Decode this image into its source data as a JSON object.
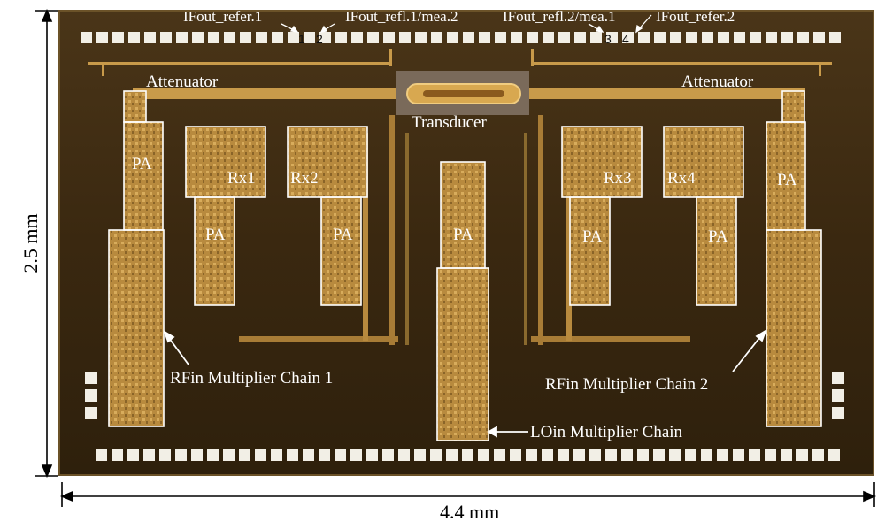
{
  "top_labels": {
    "ifout_refer_1": "IFout_refer.1",
    "ifout_refl1_mea2": "IFout_refl.1/mea.2",
    "ifout_refl2_mea1": "IFout_refl.2/mea.1",
    "ifout_refer_2": "IFout_refer.2"
  },
  "pin_numbers": [
    "1",
    "2",
    "3",
    "4"
  ],
  "blocks": {
    "attenuator_left": "Attenuator",
    "attenuator_right": "Attenuator",
    "transducer": "Transducer",
    "rx1": "Rx1",
    "rx2": "Rx2",
    "rx3": "Rx3",
    "rx4": "Rx4",
    "pa": "PA",
    "rfin_chain_1": "RFin Multiplier Chain 1",
    "rfin_chain_2": "RFin Multiplier Chain 2",
    "loin_chain": "LOin Multiplier Chain"
  },
  "dimensions": {
    "height": "2.5 mm",
    "width": "4.4 mm"
  },
  "colors": {
    "die_background": "#3a2a14",
    "metal_gold": "#c89a4a",
    "pad_white": "#f2efe6",
    "annotation": "#ffffff"
  }
}
